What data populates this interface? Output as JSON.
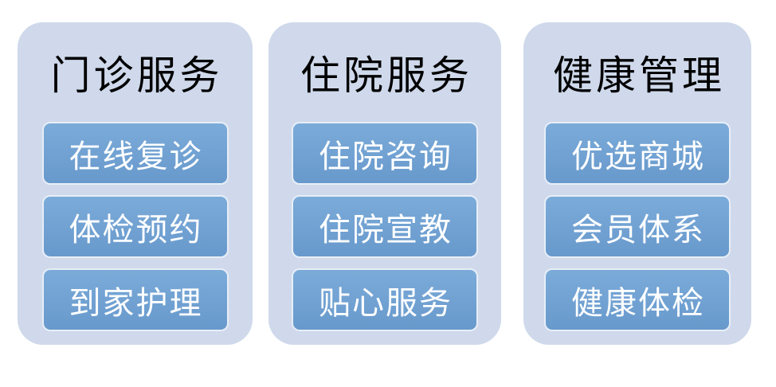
{
  "colors": {
    "page_bg": "#ffffff",
    "panel_bg": "#cfd9eb",
    "button_bg_top": "#7babd9",
    "button_bg_bottom": "#6899cc",
    "button_border": "#e7eef7",
    "button_text": "#ffffff",
    "title_color": "#000000"
  },
  "columns": [
    {
      "title": "门诊服务",
      "items": [
        {
          "label": "在线复诊"
        },
        {
          "label": "体检预约"
        },
        {
          "label": "到家护理"
        }
      ]
    },
    {
      "title": "住院服务",
      "items": [
        {
          "label": "住院咨询"
        },
        {
          "label": "住院宣教"
        },
        {
          "label": "贴心服务"
        }
      ]
    },
    {
      "title": "健康管理",
      "items": [
        {
          "label": "优选商城"
        },
        {
          "label": "会员体系"
        },
        {
          "label": "健康体检"
        }
      ]
    }
  ]
}
